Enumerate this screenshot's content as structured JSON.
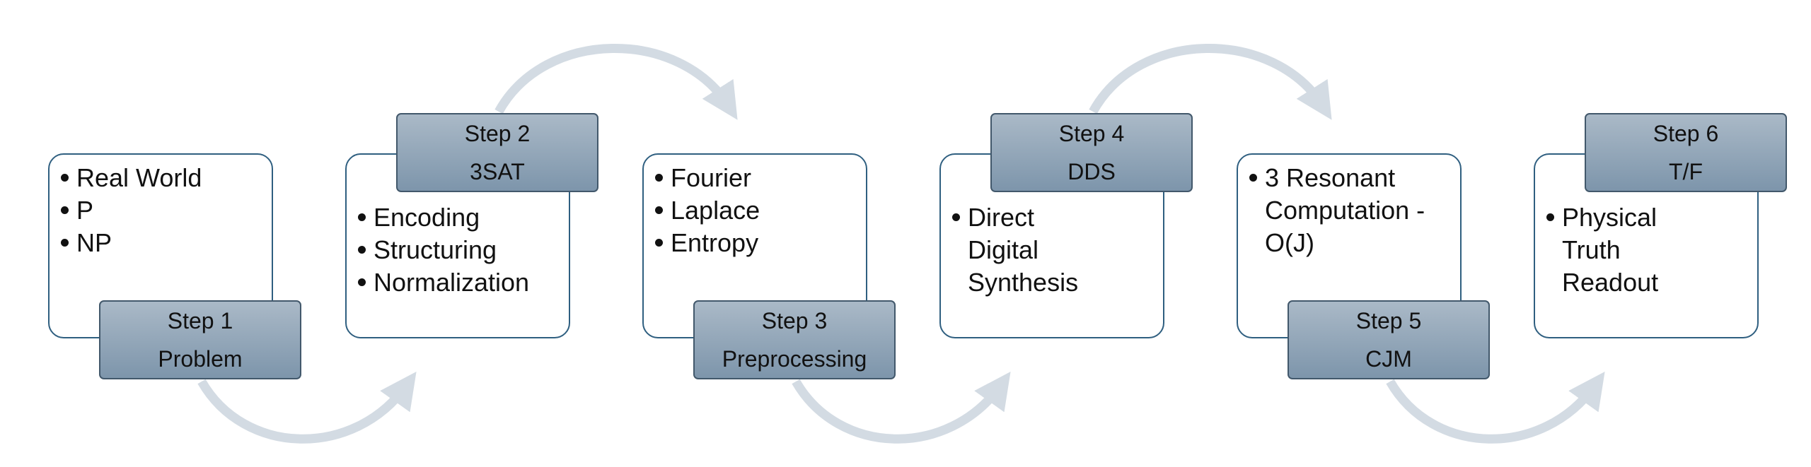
{
  "colors": {
    "box_border": "#2f5f80",
    "label_top": "#aab9c7",
    "label_bottom": "#7d95ab",
    "arrow": "#d3dbe3"
  },
  "steps": [
    {
      "label": "Step 1",
      "name": "Problem",
      "bullets": [
        "Real World",
        "P",
        "NP"
      ]
    },
    {
      "label": "Step 2",
      "name": "3SAT",
      "bullets": [
        "Encoding",
        "Structuring",
        "Normalization"
      ]
    },
    {
      "label": "Step 3",
      "name": "Preprocessing",
      "bullets": [
        "Fourier",
        "Laplace",
        "Entropy"
      ]
    },
    {
      "label": "Step 4",
      "name": "DDS",
      "bullets": [
        "Direct Digital Synthesis"
      ]
    },
    {
      "label": "Step 5",
      "name": "CJM",
      "bullets": [
        "3 Resonant Computation - O(J)"
      ]
    },
    {
      "label": "Step 6",
      "name": "T/F",
      "bullets": [
        "Physical Truth Readout"
      ]
    }
  ]
}
